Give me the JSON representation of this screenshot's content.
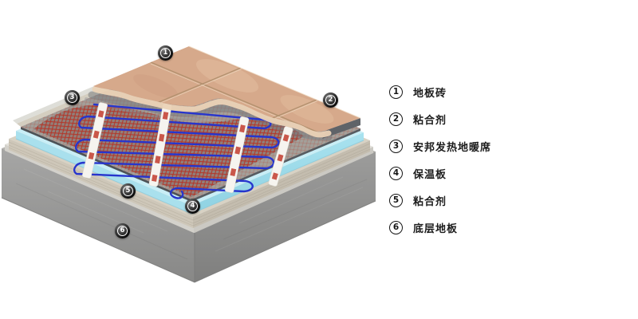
{
  "legend": {
    "items": [
      {
        "num": "1",
        "label": "地板砖"
      },
      {
        "num": "2",
        "label": "粘合剂"
      },
      {
        "num": "3",
        "label": "安邦发热地暖席"
      },
      {
        "num": "4",
        "label": "保温板"
      },
      {
        "num": "5",
        "label": "粘合剂"
      },
      {
        "num": "6",
        "label": "底层地板"
      }
    ]
  },
  "diagram": {
    "markers": [
      {
        "num": "1"
      },
      {
        "num": "2"
      },
      {
        "num": "3"
      },
      {
        "num": "4"
      },
      {
        "num": "5"
      },
      {
        "num": "6"
      }
    ]
  },
  "colors": {
    "background": "#ffffff",
    "tile": "#d6a98b",
    "tile_grout": "#b3916f",
    "adhesive_dark": "#5f6368",
    "mat_gray": "#8e8b87",
    "mesh_red": "#b5392a",
    "cable_blue": "#2735cd",
    "label_strip_white": "#f6f4ef",
    "insulation_cyan": "#b9e9f2",
    "adhesive_beige": "#d8d2c4",
    "underlayment_gray": "#e4e2dc",
    "concrete_gray": "#8e8e8e",
    "legend_text": "#1b1b1b"
  }
}
